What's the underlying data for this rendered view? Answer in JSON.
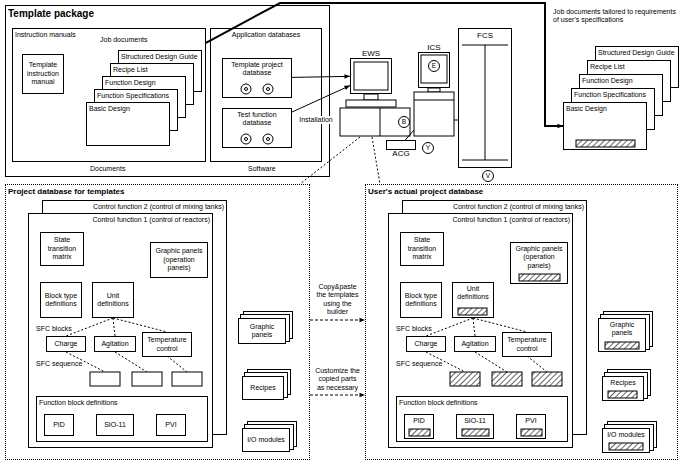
{
  "diagram": {
    "nodes": [
      {
        "text": [
          "Template package"
        ]
      },
      {
        "text": [
          "Instruction manuals"
        ],
        "in": 0
      },
      {
        "text": [
          "Template instruction manual"
        ],
        "in": 1
      },
      {
        "text": [
          "Structured Design Guide"
        ],
        "in": 1
      },
      {
        "text": [
          "Recipe List"
        ],
        "in": 1
      },
      {
        "text": [
          "Function Design"
        ],
        "in": 1
      },
      {
        "text": [
          "Function Specifications"
        ],
        "in": 1
      },
      {
        "text": [
          "Basic Design"
        ],
        "in": 1
      },
      {
        "text": [
          "Application databases"
        ],
        "in": 0
      },
      {
        "text": [
          "Template project database"
        ],
        "in": 8
      },
      {
        "text": [
          "Test function database"
        ],
        "in": 8
      },
      {
        "text": [
          "EWS"
        ]
      },
      {
        "text": [
          "ICS"
        ]
      },
      {
        "text": [
          "FCS"
        ]
      },
      {
        "text": [
          "ACG"
        ]
      },
      {
        "text": [
          "Structured Design Guide"
        ]
      },
      {
        "text": [
          "Recipe List"
        ]
      },
      {
        "text": [
          "Function Design"
        ]
      },
      {
        "text": [
          "Function Specifications"
        ]
      },
      {
        "text": [
          "Basic Design"
        ]
      },
      {
        "text": [
          "Project database for templates"
        ]
      },
      {
        "text": [
          "Control function 2 (control of mixing tanks)"
        ],
        "in": 20
      },
      {
        "text": [
          "Control function 1 (control of reactors)"
        ],
        "in": 20
      },
      {
        "text": [
          "State transition matrix"
        ],
        "in": 22
      },
      {
        "text": [
          "Graphic panels (operation panels)"
        ],
        "in": 22
      },
      {
        "text": [
          "Block type definitions"
        ],
        "in": 22
      },
      {
        "text": [
          "Unit definitions"
        ],
        "in": 22
      },
      {
        "text": [
          "Charge"
        ],
        "in": 22
      },
      {
        "text": [
          "Agitation"
        ],
        "in": 22
      },
      {
        "text": [
          "Temperature control"
        ],
        "in": 22
      },
      {
        "text": [
          "Function block definitions"
        ],
        "in": 22
      },
      {
        "text": [
          "PID"
        ],
        "in": 30
      },
      {
        "text": [
          "SIO-11"
        ],
        "in": 30
      },
      {
        "text": [
          "PVI"
        ],
        "in": 30
      },
      {
        "text": [
          "Graphic panels"
        ],
        "in": 20
      },
      {
        "text": [
          "Recipes"
        ],
        "in": 20
      },
      {
        "text": [
          "I/O modules"
        ],
        "in": 20
      },
      {
        "text": [
          "User's actual project database"
        ]
      },
      {
        "text": [
          "Control function 2 (control of mixing tanks)"
        ],
        "in": 37
      },
      {
        "text": [
          "Control function 1 (control of reactors)"
        ],
        "in": 37
      },
      {
        "text": [
          "State transition matrix"
        ],
        "in": 39
      },
      {
        "text": [
          "Graphic panels (operation panels)"
        ],
        "in": 39
      },
      {
        "text": [
          "Block type definitions"
        ],
        "in": 39
      },
      {
        "text": [
          "Unit definitions"
        ],
        "in": 39
      },
      {
        "text": [
          "Charge"
        ],
        "in": 39
      },
      {
        "text": [
          "Agitation"
        ],
        "in": 39
      },
      {
        "text": [
          "Temperature control"
        ],
        "in": 39
      },
      {
        "text": [
          "Function block definitions"
        ],
        "in": 39
      },
      {
        "text": [
          "PID"
        ],
        "in": 47
      },
      {
        "text": [
          "SIO-11"
        ],
        "in": 47
      },
      {
        "text": [
          "PVI"
        ],
        "in": 47
      },
      {
        "text": [
          "Graphic panels"
        ],
        "in": 37
      },
      {
        "text": [
          "Recipes"
        ],
        "in": 37
      },
      {
        "text": [
          "I/O modules"
        ],
        "in": 37
      }
    ],
    "edges": [
      {
        "from": 9,
        "to": 11,
        "label": "Installation",
        "arrow": "to"
      },
      {
        "from": 10,
        "to": 11,
        "arrow": "to"
      },
      {
        "from": 1,
        "to": 19,
        "arrow": "to"
      },
      {
        "from": 20,
        "to": 37,
        "label": "Copy&paste the templates using the builder",
        "arrow": "to"
      },
      {
        "from": 20,
        "to": 37,
        "label": "Customize the copied parts as necessary",
        "arrow": "to"
      }
    ],
    "labels": [
      "Job documents",
      "Documents",
      "Software",
      "Job documents tailored to requirements of user's specifications",
      "SFC blocks",
      "SFC sequence",
      "SFC blocks",
      "SFC sequence",
      "E",
      "B",
      "Y",
      "V"
    ]
  }
}
